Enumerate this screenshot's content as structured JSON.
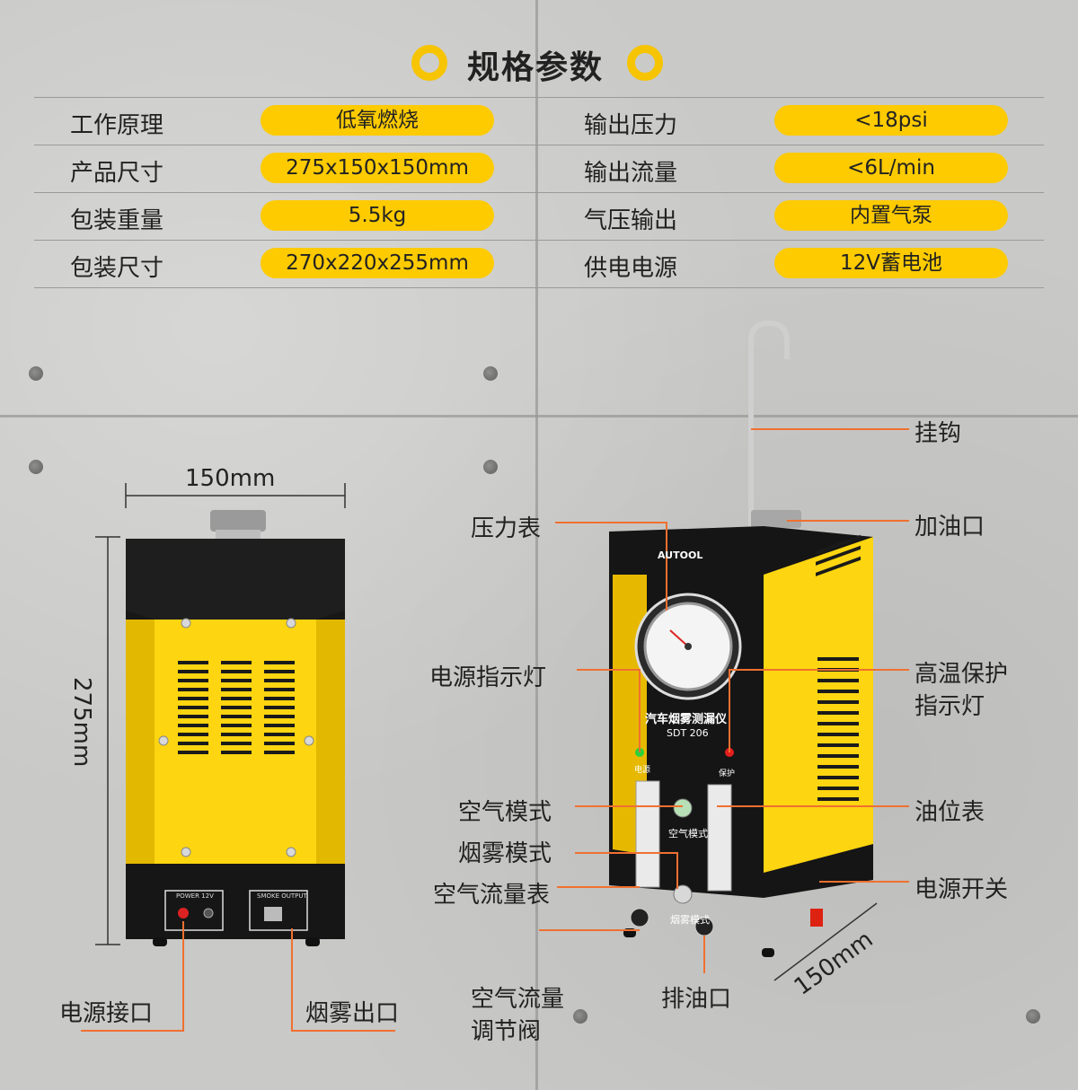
{
  "header": {
    "title": "规格参数"
  },
  "specs": [
    {
      "label": "工作原理",
      "value": "低氧燃烧",
      "label2": "输出压力",
      "value2": "<18psi"
    },
    {
      "label": "产品尺寸",
      "value": "275x150x150mm",
      "label2": "输出流量",
      "value2": "<6L/min"
    },
    {
      "label": "包装重量",
      "value": "5.5kg",
      "label2": "气压输出",
      "value2": "内置气泵"
    },
    {
      "label": "包装尺寸",
      "value": "270x220x255mm",
      "label2": "供电电源",
      "value2": "12V蓄电池"
    }
  ],
  "left_device": {
    "width_label": "150mm",
    "height_label": "275mm",
    "power_port": "电源接口",
    "smoke_outlet": "烟雾出口",
    "panel_power": "POWER 12V",
    "panel_smoke": "SMOKE OUTPUT"
  },
  "right_device": {
    "brand": "AUTOOL",
    "name": "汽车烟雾测漏仪",
    "model": "SDT 206",
    "ind_power": "电源",
    "ind_protect": "保护",
    "mode_air": "空气模式",
    "mode_smoke": "烟雾模式",
    "depth_label": "150mm",
    "callouts": {
      "hook": "挂钩",
      "oil_port": "加油口",
      "gauge": "压力表",
      "power_light": "电源指示灯",
      "overheat_line1": "高温保护",
      "overheat_line2": "指示灯",
      "air_mode": "空气模式",
      "smoke_mode": "烟雾模式",
      "air_flow_meter": "空气流量表",
      "oil_level": "油位表",
      "power_switch": "电源开关",
      "valve_line1": "空气流量",
      "valve_line2": "调节阀",
      "drain": "排油口"
    }
  }
}
